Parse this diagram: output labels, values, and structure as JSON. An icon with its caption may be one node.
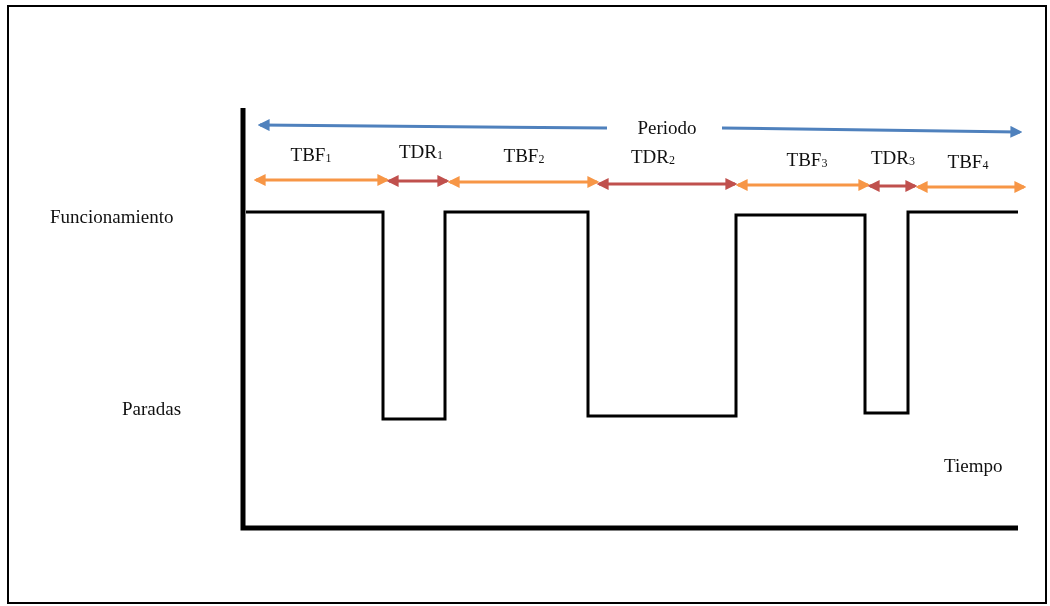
{
  "diagram": {
    "labels": [
      "Periodo",
      "TBF$_{1}$",
      "TDR$_{1}$",
      "TBF$_{2}$",
      "TDR$_{2}$",
      "TBF$_{3}$",
      "TDR$_{3}$",
      "TBF$_{4}$",
      "Funcionamiento",
      "Paradas",
      "Tiempo"
    ]
  }
}
